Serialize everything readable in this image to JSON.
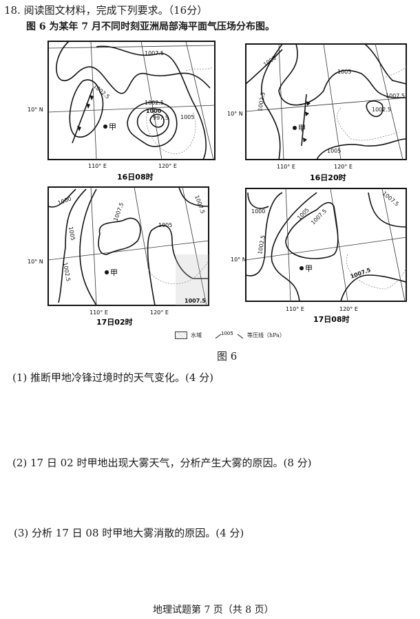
{
  "question": {
    "number": "18.",
    "prompt": "阅读图文材料，完成下列要求。（16分）",
    "intro": "图 6 为某年 7 月不同时刻亚洲局部海平面气压场分布图。"
  },
  "maps": [
    {
      "caption": "16日08时",
      "lon1": "110° E",
      "lon2": "120° E",
      "lat": "10° N",
      "point": "甲",
      "labels": [
        "1007.5",
        "1002.5",
        "1002.5",
        "1000",
        "997.5",
        "1005"
      ]
    },
    {
      "caption": "16日20时",
      "lon1": "110° E",
      "lon2": "120° E",
      "lat": "10° N",
      "point": "甲",
      "labels": [
        "1000",
        "1002.5",
        "1005",
        "1007.5",
        "1002.5",
        "1005"
      ]
    },
    {
      "caption": "17日02时",
      "lon1": "110° E",
      "lon2": "120° E",
      "lat": "10° N",
      "point": "甲",
      "labels": [
        "1000",
        "1005",
        "1007.5",
        "1002.5",
        "1005",
        "1007.5",
        "1007.5"
      ]
    },
    {
      "caption": "17日08时",
      "lon1": "110° E",
      "lon2": "120° E",
      "lat": "10° N",
      "point": "甲",
      "labels": [
        "1000",
        "1005",
        "1007.5",
        "1002.5",
        "1007.5",
        "1007.5"
      ]
    }
  ],
  "legend": {
    "water_label": "水域",
    "isobar_value": "1005",
    "isobar_label": "等压线（hPa）"
  },
  "figure_label": "图 6",
  "subquestions": [
    "(1) 推断甲地冷锋过境时的天气变化。(4 分)",
    "(2) 17 日 02 时甲地出现大雾天气，分析产生大雾的原因。(8 分)",
    "(3) 分析 17 日 08 时甲地大雾消散的原因。(4 分)"
  ],
  "footer": "地理试题第 7 页（共 8 页）"
}
